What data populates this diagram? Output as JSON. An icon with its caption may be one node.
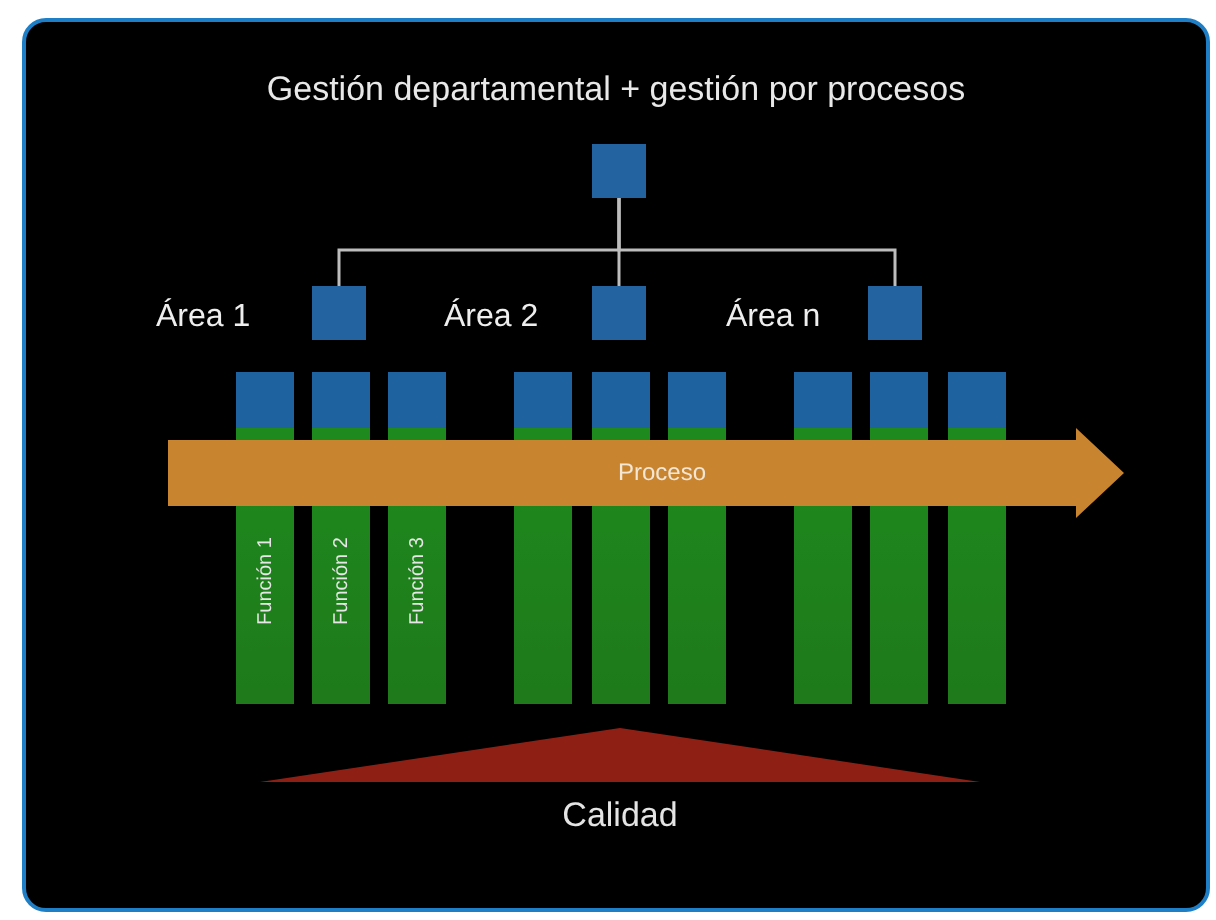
{
  "diagram": {
    "title": "Gestión departamental + gestión por procesos",
    "nodes": [
      {
        "text": [],
        "shape": "box"
      },
      {
        "text": [],
        "shape": "box",
        "beside": [
          "Área 1"
        ]
      },
      {
        "text": [],
        "shape": "box",
        "beside": [
          "Área 2"
        ]
      },
      {
        "text": [],
        "shape": "box",
        "beside": [
          "Área n"
        ]
      },
      {
        "text": [
          "Función 1"
        ]
      },
      {
        "text": [
          "Función 2"
        ]
      },
      {
        "text": [
          "Función 3"
        ]
      },
      {
        "text": [],
        "shape": "bar"
      },
      {
        "text": [],
        "shape": "bar"
      },
      {
        "text": [],
        "shape": "bar"
      },
      {
        "text": [],
        "shape": "bar"
      },
      {
        "text": [],
        "shape": "bar"
      },
      {
        "text": [],
        "shape": "bar"
      },
      {
        "text": [
          "Proceso"
        ]
      },
      {
        "text": [
          "Calidad"
        ]
      }
    ],
    "edges": [
      {
        "from": 0,
        "to": 1,
        "arrow": "none"
      },
      {
        "from": 0,
        "to": 2,
        "arrow": "none"
      },
      {
        "from": 0,
        "to": 3,
        "arrow": "none"
      }
    ]
  }
}
